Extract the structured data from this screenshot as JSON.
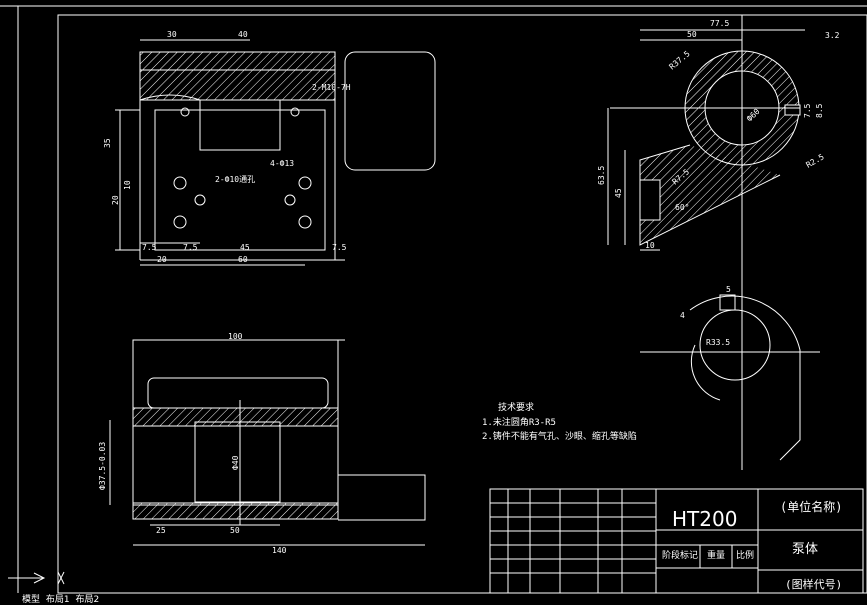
{
  "title_block": {
    "material": "HT200",
    "company": "(单位名称)",
    "part_name": "泵体",
    "drawing_no": "(图样代号)",
    "col_mark": "阶段标记",
    "col_weight": "重量",
    "col_scale": "比例"
  },
  "tech_notes": {
    "title": "技术要求",
    "line1": "1.未注圆角R3-R5",
    "line2": "2.铸件不能有气孔、沙眼、缩孔等缺陷"
  },
  "dims": {
    "top_30": "30",
    "top_40": "40",
    "thread_callout": "2-M10-7H",
    "hole_callout_a": "2-Ф10通孔",
    "hole_callout_b": "4-Ф13",
    "d35": "35",
    "d20": "20",
    "d10": "10",
    "b75a": "7.5",
    "b75b": "7.5",
    "b75c": "7.5",
    "b45": "45",
    "b20": "20",
    "b60": "60",
    "r_775": "77.5",
    "r_50": "50",
    "r_r375": "R37.5",
    "r_d60": "Ф60",
    "r_75": "7.5",
    "r_85": "8.5",
    "r_r25": "R2.5",
    "r_635": "63.5",
    "r_45": "45",
    "r_r75": "R7.5",
    "r_60deg": "60°",
    "r_10": "10",
    "sec_5": "5",
    "sec_4": "4",
    "sec_r335": "R33.5",
    "f_100": "100",
    "f_dia": "Ф37.5-0.03",
    "f_40": "Ф40",
    "f_25": "25",
    "f_50": "50",
    "f_140": "140",
    "roughness": "3.2"
  },
  "tabs": {
    "model": "模型",
    "layout1": "布局1",
    "layout2": "布局2"
  }
}
